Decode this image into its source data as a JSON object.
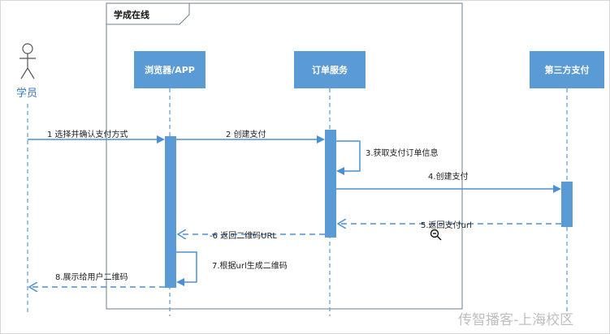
{
  "group": {
    "label": "学成在线"
  },
  "actor": {
    "label": "学员",
    "icon": "stick-figure-icon"
  },
  "participants": [
    {
      "id": "browser",
      "label": "浏览器/APP"
    },
    {
      "id": "order",
      "label": "订单服务"
    },
    {
      "id": "third",
      "label": "第三方支付"
    }
  ],
  "messages": [
    {
      "label": "1 选择并确认支付方式"
    },
    {
      "label": "2 创建支付"
    },
    {
      "label": "3.获取支付订单信息"
    },
    {
      "label": "4.创建支付"
    },
    {
      "label": "5.返回支付url"
    },
    {
      "label": "-6 返回二维码URL"
    },
    {
      "label": "7.根据url生成二维码"
    },
    {
      "label": "8.展示给用户二维码"
    }
  ],
  "watermark": "传智播客-上海校区",
  "colors": {
    "primary": "#5b9bd5",
    "line": "#4a90d9",
    "frame_border": "#6e7f90",
    "watermark": "#bfbfbf"
  },
  "extras": {
    "zoom_cursor_icon": "magnifier-icon"
  }
}
